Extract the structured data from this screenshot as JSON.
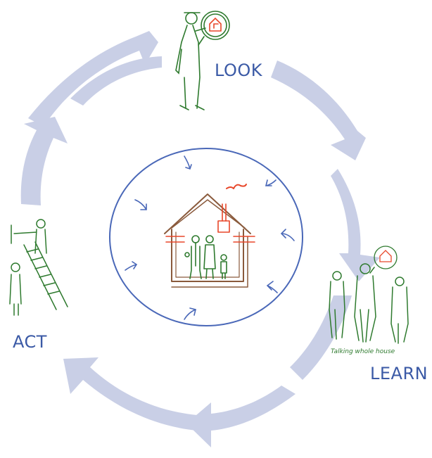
{
  "labels": {
    "look": "LOOK",
    "learn": "LEARN",
    "act": "ACT"
  },
  "caption": "Talking whole house",
  "colors": {
    "cycle_arrow": "#c9cfe6",
    "circle": "#4a68b8",
    "sketch_green": "#2e7a2e",
    "sketch_brown": "#8a5a3c",
    "sketch_red": "#e8472a",
    "label_blue": "#3b5aa6"
  }
}
